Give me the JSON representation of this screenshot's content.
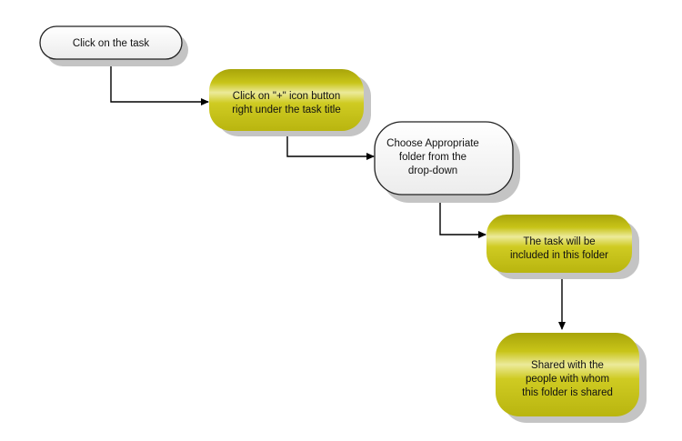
{
  "colors": {
    "background": "#ffffff",
    "terminal_fill": "#f4f4f4",
    "terminal_stroke": "#222222",
    "process_fill": "#c8c418",
    "process_highlight": "#ecea9a",
    "process_dark": "#a19e08",
    "shadow": "#c4c4c4",
    "connector": "#000000",
    "text": "#111111"
  },
  "nodes": [
    {
      "id": "click-task",
      "shape": "terminal",
      "lines": [
        "Click on the task"
      ]
    },
    {
      "id": "click-plus",
      "shape": "process",
      "lines": [
        "Click on \"+\" icon button",
        "right under the task title"
      ]
    },
    {
      "id": "choose-folder",
      "shape": "terminal",
      "lines": [
        "Choose Appropriate",
        "folder from the",
        "drop-down"
      ]
    },
    {
      "id": "task-included",
      "shape": "process",
      "lines": [
        "The task will be",
        "included in this folder"
      ]
    },
    {
      "id": "shared-with",
      "shape": "process",
      "lines": [
        "Shared with the",
        "people with whom",
        "this folder is shared"
      ]
    }
  ],
  "edges": [
    {
      "from": "click-task",
      "to": "click-plus"
    },
    {
      "from": "click-plus",
      "to": "choose-folder"
    },
    {
      "from": "choose-folder",
      "to": "task-included"
    },
    {
      "from": "task-included",
      "to": "shared-with"
    }
  ]
}
